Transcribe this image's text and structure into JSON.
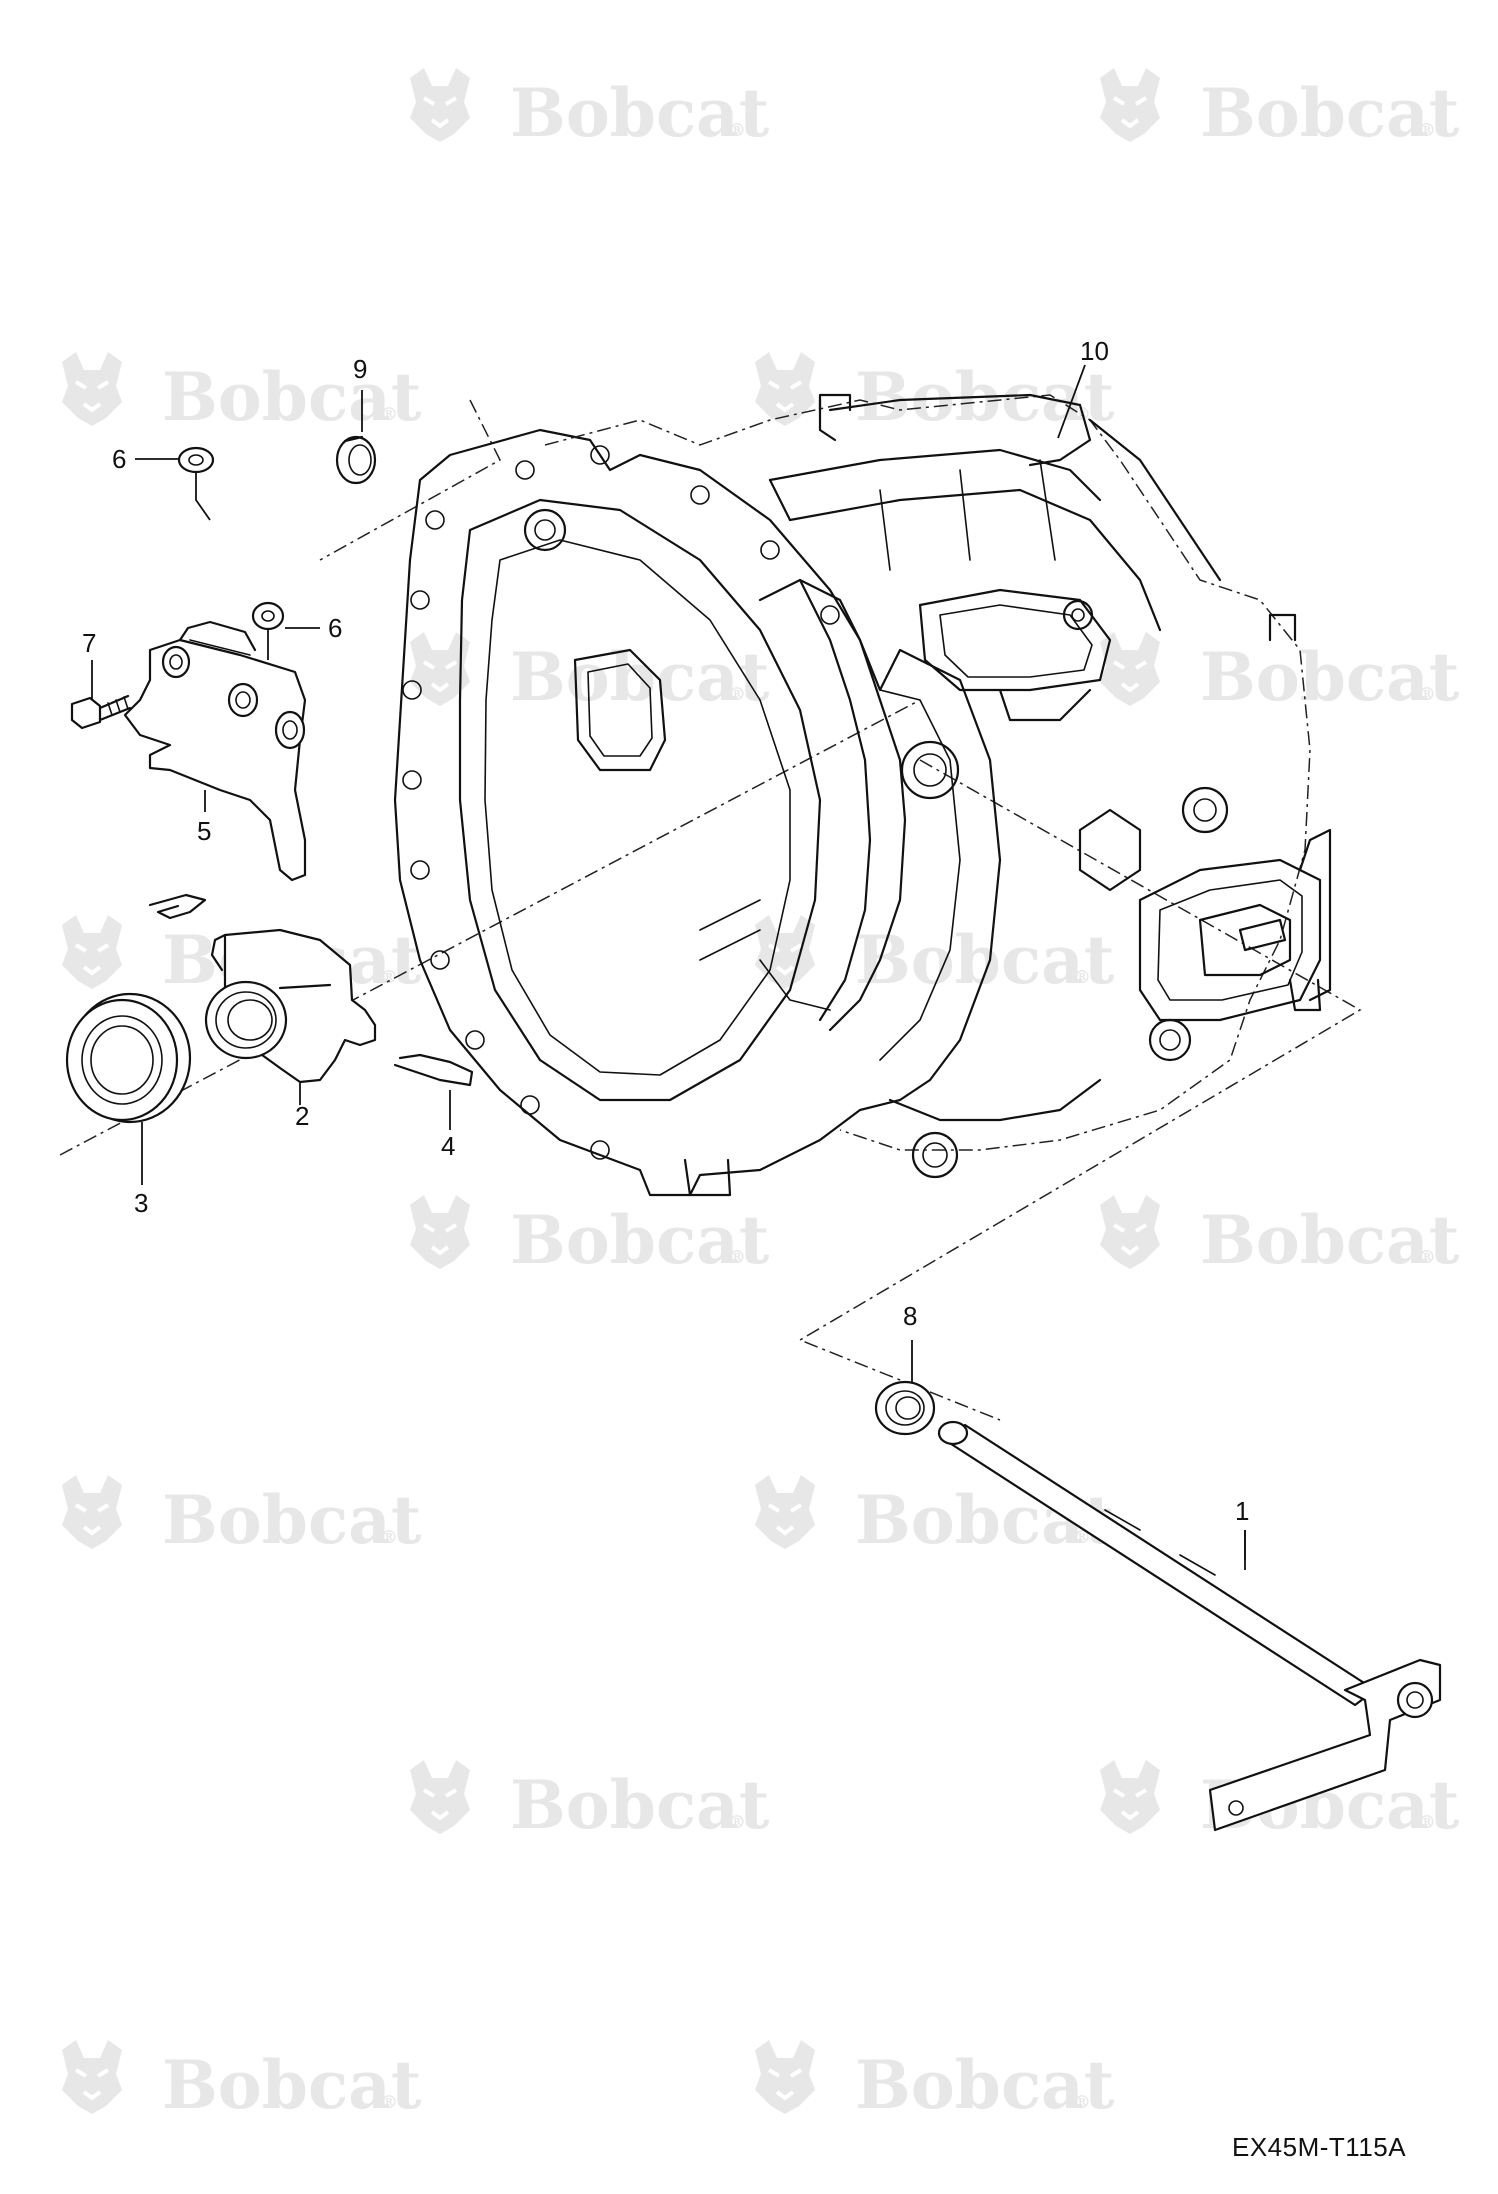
{
  "drawing": {
    "code": "EX45M-T115A",
    "watermark_text": "Bobcat",
    "watermark_mark": "®"
  },
  "callouts": [
    {
      "id": "1",
      "label": "1"
    },
    {
      "id": "2",
      "label": "2"
    },
    {
      "id": "3",
      "label": "3"
    },
    {
      "id": "4",
      "label": "4"
    },
    {
      "id": "5",
      "label": "5"
    },
    {
      "id": "6a",
      "label": "6"
    },
    {
      "id": "6b",
      "label": "6"
    },
    {
      "id": "7",
      "label": "7"
    },
    {
      "id": "8",
      "label": "8"
    },
    {
      "id": "9",
      "label": "9"
    },
    {
      "id": "10",
      "label": "10"
    }
  ]
}
